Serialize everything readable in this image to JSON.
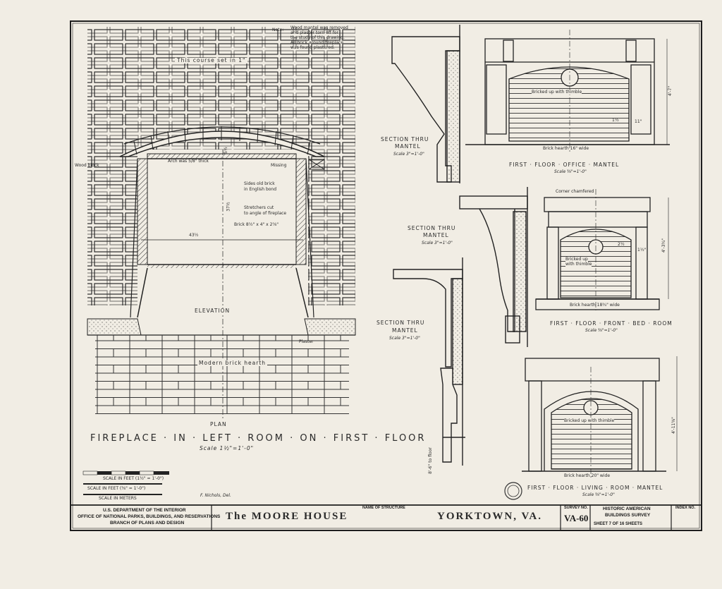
{
  "note": {
    "label": "Note:",
    "lines": [
      "Wood mantel was removed",
      "and plaster torn off for",
      "the study of this drawing.",
      "All brick around fireplace",
      "was found plastered."
    ]
  },
  "elevation": {
    "course_note": "This course set in 1\"",
    "wood_block": "Wood block",
    "arch_note": "Arch was 5/8\" thick",
    "missing": "Missing",
    "sides_note": [
      "Sides old brick",
      "in English bond"
    ],
    "stretchers_note": [
      "Stretchers cut",
      "to angle of fireplace"
    ],
    "brick_size": "Brick 8½\" x 4\" x 2⅝\"",
    "width_dim": "43½",
    "height_dim": "37½",
    "top_dim": "5½",
    "label": "ELEVATION",
    "plaster": "Plaster",
    "hearth": "Modern brick hearth",
    "plan_label": "PLAN",
    "title": "FIREPLACE · IN · LEFT · ROOM · ON · FIRST · FLOOR",
    "scale": "Scale 1½\"=1'-0\""
  },
  "sections": {
    "s1": {
      "title": [
        "SECTION THRU",
        "MANTEL"
      ],
      "scale": "Scale 3\"=1'-0\""
    },
    "s2": {
      "title": [
        "SECTION THRU",
        "MANTEL"
      ],
      "scale": "Scale 3\"=1'-0\""
    },
    "s3": {
      "title": [
        "SECTION THRU",
        "MANTEL"
      ],
      "scale": "Scale 3\"=1'-0\""
    },
    "floor_dim": "8'-6\" to floor"
  },
  "office_mantel": {
    "thimble": "Bricked up with thimble",
    "hearth": "Brick hearth 16\" wide",
    "title": "FIRST · FLOOR · OFFICE · MANTEL",
    "scale": "Scale ⅜\"=1'-0\"",
    "height_dim": "4'-7\"",
    "dim_a": "1½",
    "dim_b": "11\""
  },
  "bedroom_mantel": {
    "chamfer": "Corner chamfered",
    "thimble": [
      "Bricked up",
      "with thimble"
    ],
    "hearth": "Brick hearth 18¾\" wide",
    "title": "FIRST · FLOOR · FRONT · BED · ROOM",
    "scale": "Scale ⅜\"=1'-0\"",
    "height_dim": "4'-3¾\"",
    "dim_a": "2½",
    "dim_b": "1½\""
  },
  "living_mantel": {
    "thimble": "Bricked up with thimble",
    "hearth": "Brick hearth 20\" wide",
    "title": "FIRST · FLOOR · LIVING · ROOM · MANTEL",
    "scale": "Scale ⅜\"=1'-0\"",
    "height_dim": "4'-11⅝\""
  },
  "scalebar": {
    "feet_a": "SCALE IN FEET  (1½\" = 1'-0\")",
    "feet_b": "SCALE IN FEET  (⅜\" = 1'-0\")",
    "meters": "SCALE IN METERS"
  },
  "drawn_by": "F. Nichols, Del.",
  "title_block": {
    "agency": [
      "U.S. DEPARTMENT OF THE INTERIOR",
      "OFFICE OF NATIONAL PARKS, BUILDINGS, AND RESERVATIONS",
      "BRANCH OF PLANS AND DESIGN"
    ],
    "structure_label": "NAME OF STRUCTURE",
    "structure_name": "The MOORE HOUSE",
    "location": "YORKTOWN, VA.",
    "survey_label": "SURVEY NO.",
    "survey_no": "VA-60",
    "habs": [
      "HISTORIC AMERICAN",
      "BUILDINGS SURVEY"
    ],
    "sheet": "SHEET 7 OF 16 SHEETS",
    "index_label": "INDEX NO."
  }
}
